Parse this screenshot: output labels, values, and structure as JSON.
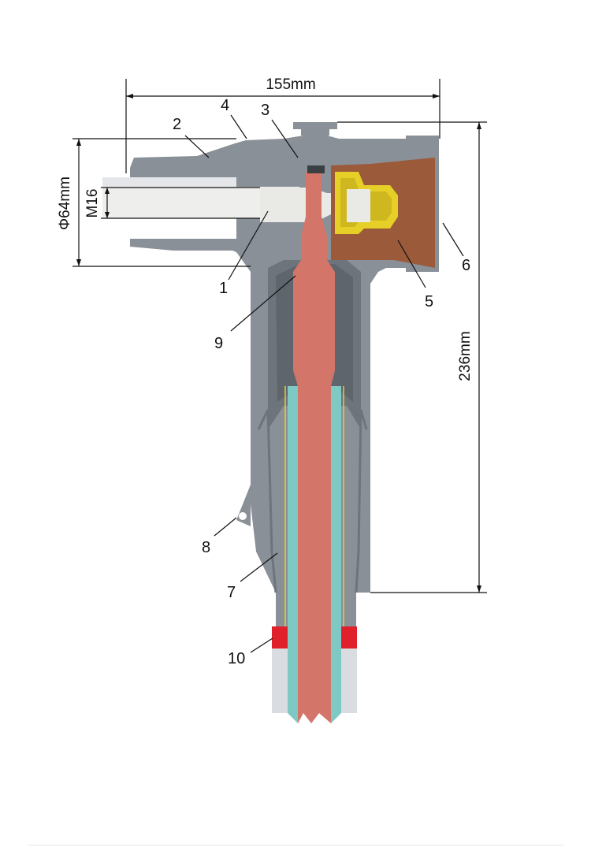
{
  "dimensions": {
    "width_total": "155mm",
    "height_total": "236mm",
    "diameter": "Φ64mm",
    "thread": "M16"
  },
  "callouts": [
    "1",
    "2",
    "3",
    "4",
    "5",
    "6",
    "7",
    "8",
    "9",
    "10"
  ],
  "colors": {
    "housing": "#8a9098",
    "housing_dark": "#6e747b",
    "housing_light": "#b9bec4",
    "conductor": "#d4756a",
    "insulation": "#7ec9c3",
    "brown_insert": "#9b5a3a",
    "yellow_nut": "#e6cf27",
    "red_ring": "#e0202a",
    "stud": "#e9e9e6",
    "cable": "#d9dde2"
  }
}
